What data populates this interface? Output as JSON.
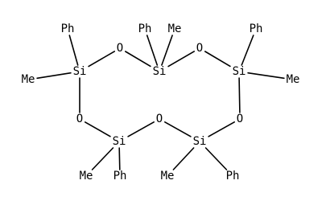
{
  "molecule": {
    "atoms": [
      {
        "id": "si1",
        "text": "Si"
      },
      {
        "id": "si2",
        "text": "Si"
      },
      {
        "id": "si3",
        "text": "Si"
      },
      {
        "id": "si4",
        "text": "Si"
      },
      {
        "id": "si5",
        "text": "Si"
      },
      {
        "id": "o1",
        "text": "O"
      },
      {
        "id": "o2",
        "text": "O"
      },
      {
        "id": "o3",
        "text": "O"
      },
      {
        "id": "o4",
        "text": "O"
      },
      {
        "id": "o5",
        "text": "O"
      },
      {
        "id": "ph1",
        "text": "Ph"
      },
      {
        "id": "me1",
        "text": "Me"
      },
      {
        "id": "ph2",
        "text": "Ph"
      },
      {
        "id": "me2",
        "text": "Me"
      },
      {
        "id": "ph3",
        "text": "Ph"
      },
      {
        "id": "me3",
        "text": "Me"
      },
      {
        "id": "me4",
        "text": "Me"
      },
      {
        "id": "ph4",
        "text": "Ph"
      },
      {
        "id": "me5",
        "text": "Me"
      },
      {
        "id": "ph5",
        "text": "Ph"
      }
    ],
    "bonds": [
      [
        "si1",
        "o1"
      ],
      [
        "o1",
        "si2"
      ],
      [
        "si2",
        "o2"
      ],
      [
        "o2",
        "si3"
      ],
      [
        "si3",
        "o3"
      ],
      [
        "o3",
        "si5"
      ],
      [
        "si5",
        "o4"
      ],
      [
        "o4",
        "si4"
      ],
      [
        "si4",
        "o5"
      ],
      [
        "o5",
        "si1"
      ],
      [
        "si1",
        "ph1"
      ],
      [
        "si1",
        "me1"
      ],
      [
        "si2",
        "ph2"
      ],
      [
        "si2",
        "me2"
      ],
      [
        "si3",
        "ph3"
      ],
      [
        "si3",
        "me3"
      ],
      [
        "si4",
        "me4"
      ],
      [
        "si4",
        "ph4"
      ],
      [
        "si5",
        "me5"
      ],
      [
        "si5",
        "ph5"
      ]
    ]
  }
}
